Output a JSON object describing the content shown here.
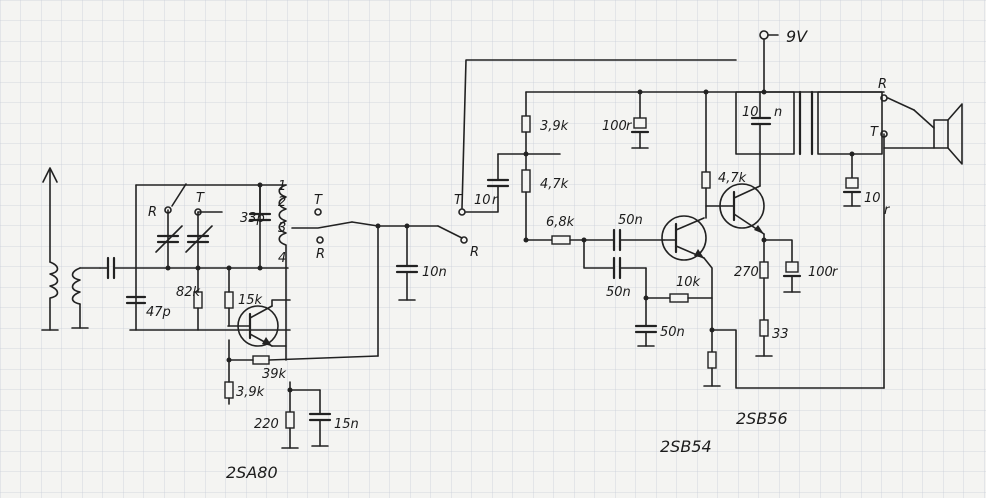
{
  "colors": {
    "paper": "#f4f4f2",
    "grid": "#c9ced8",
    "ink": "#222222"
  },
  "labels": {
    "supply": "9V",
    "r1": "82k",
    "r2": "15k",
    "r3": "39k",
    "r4": "3,9k",
    "r5": "220",
    "c1": "47p",
    "c2": "33p",
    "c3": "15n",
    "c4": "10n",
    "sw1_r": "R",
    "sw1_t": "T",
    "sw2_t": "T",
    "sw2_r": "R",
    "sw3_r": "R",
    "coil1": "1",
    "coil2": "2",
    "coil3": "3",
    "coil4": "4",
    "sw3_t": "T",
    "c5": "10",
    "c5_unit": "r",
    "r6": "3,9k",
    "r7": "4,7k",
    "r8": "6,8k",
    "c6": "100",
    "c6_unit": "r",
    "c7": "50n",
    "c8": "50n",
    "c9": "50n",
    "r9": "10k",
    "c10": "10",
    "c10_unit": "n",
    "r10": "4,7k",
    "r11": "270",
    "c11": "100",
    "c11_unit": "r",
    "r12": "33",
    "c12": "10",
    "c12_unit": "r",
    "sw4_r": "R",
    "sw4_t": "T",
    "q1": "2SA80",
    "q2": "2SB54",
    "q3": "2SB56"
  }
}
